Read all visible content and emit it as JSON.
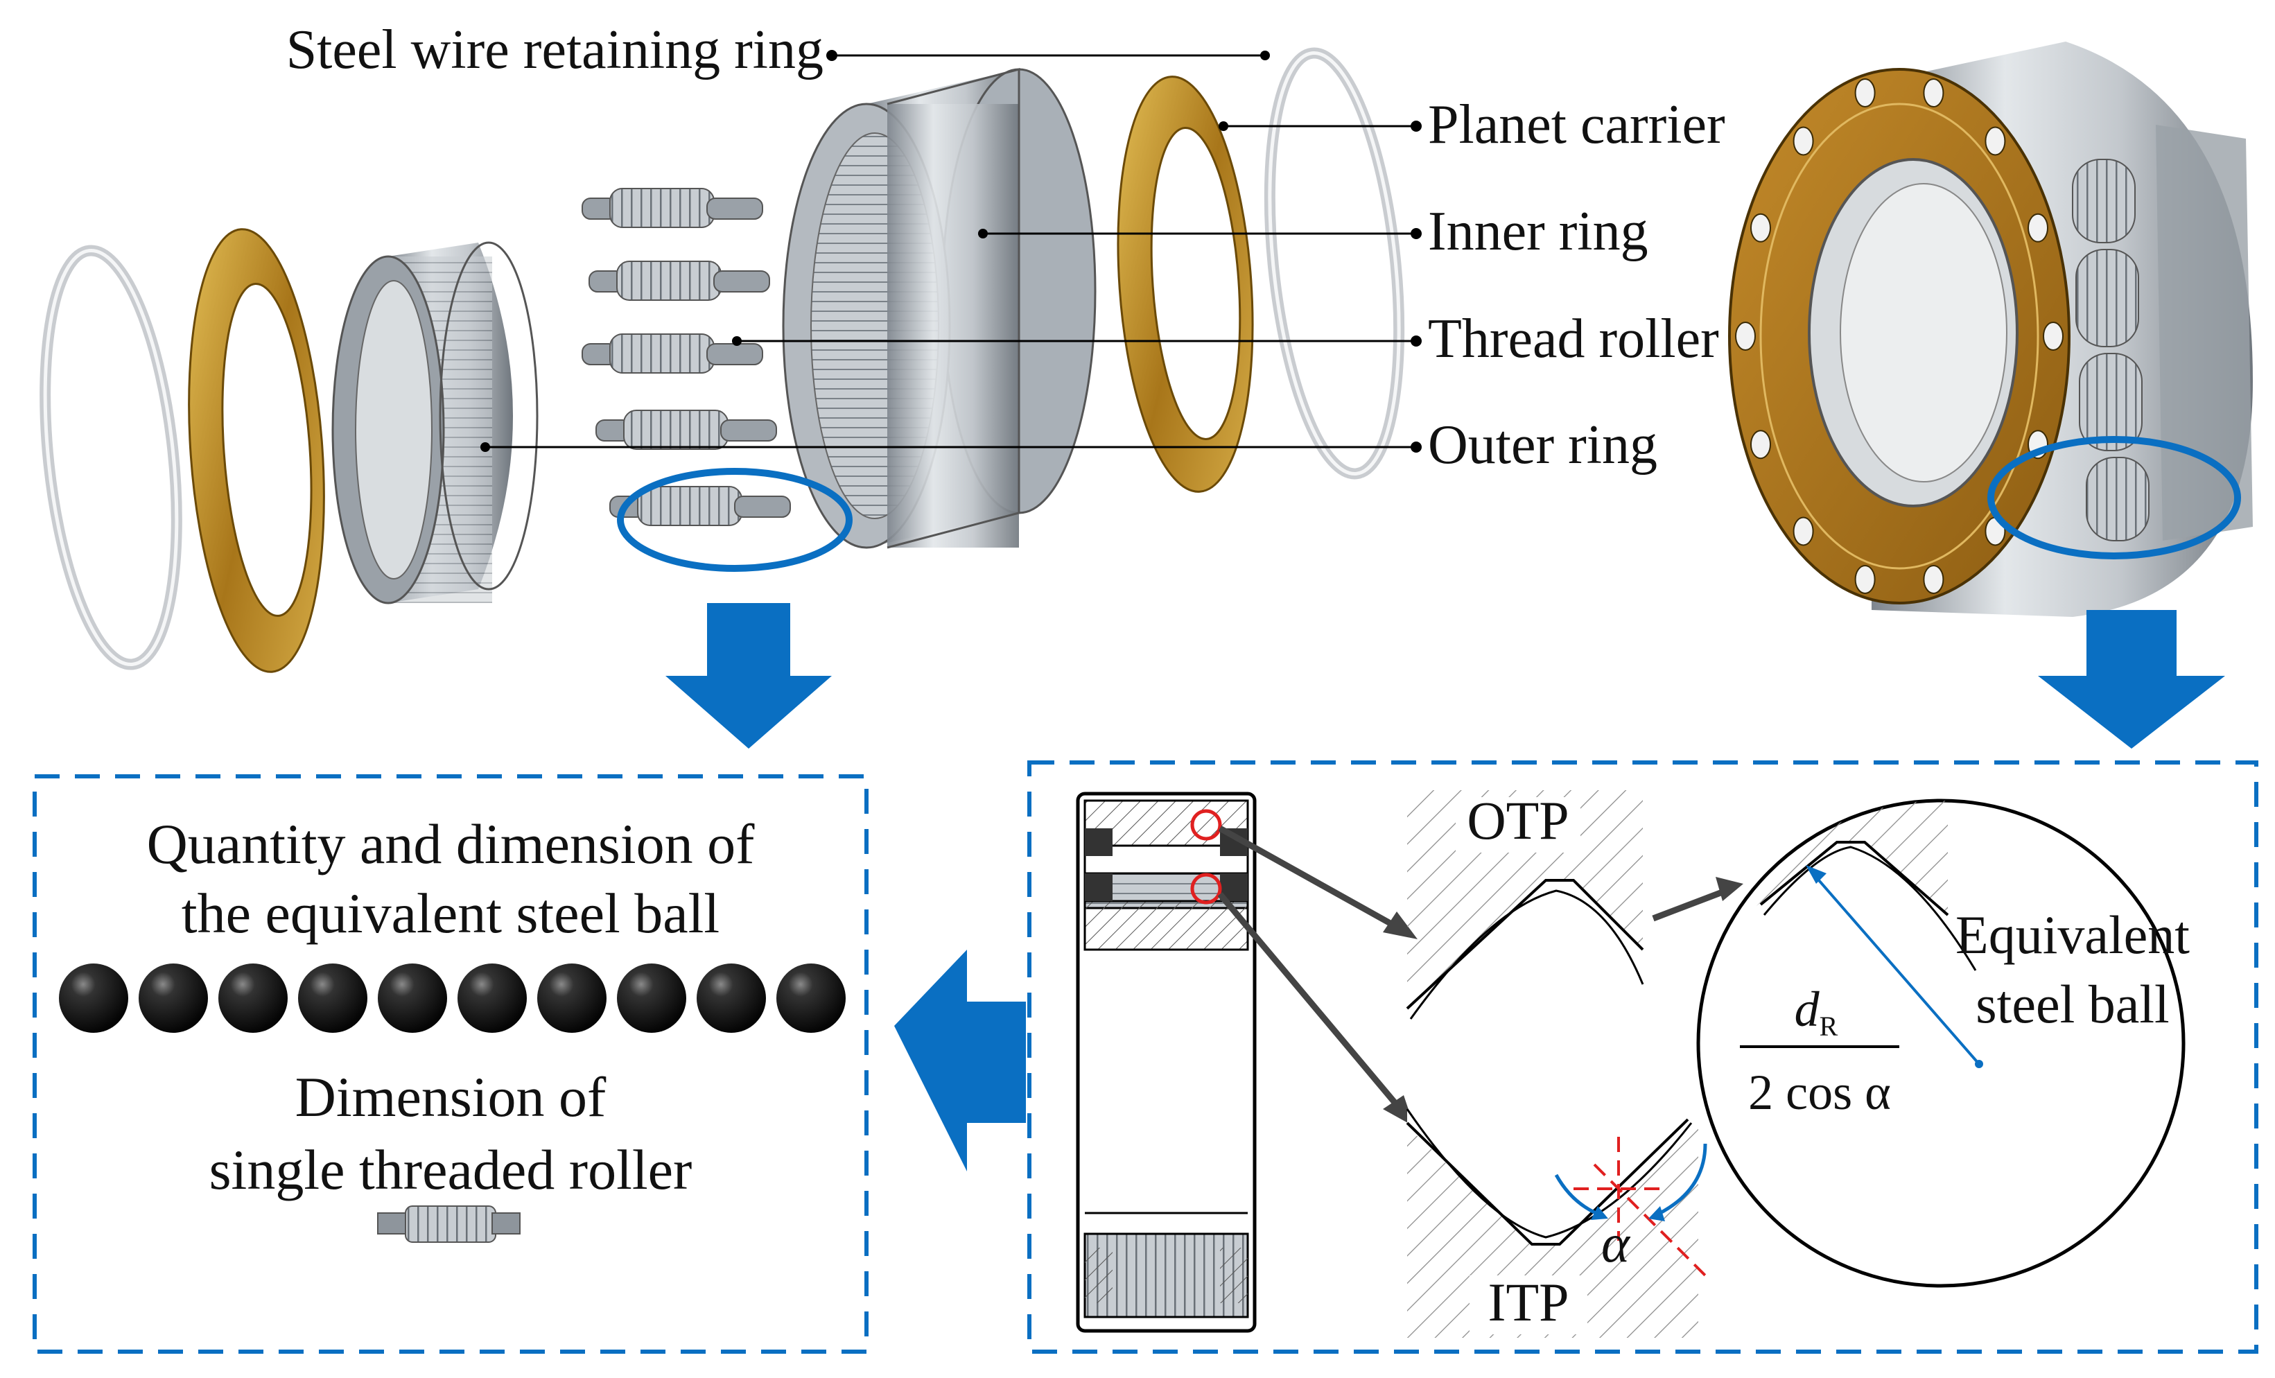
{
  "labels": {
    "steel_wire_retaining_ring": "Steel wire retaining ring",
    "planet_carrier": "Planet carrier",
    "inner_ring": "Inner ring",
    "thread_roller": "Thread roller",
    "outer_ring": "Outer ring"
  },
  "left_panel": {
    "heading_line1": "Quantity and dimension of",
    "heading_line2": "the equivalent steel ball",
    "sub_line1": "Dimension of",
    "sub_line2": "single threaded roller",
    "ball_count": 10
  },
  "right_panel": {
    "otp": "OTP",
    "itp": "ITP",
    "equivalent_line1": "Equivalent",
    "equivalent_line2": "steel ball",
    "formula_numerator_d": "d",
    "formula_numerator_sub": "R",
    "formula_denominator": "2 cos α",
    "alpha": "α"
  },
  "colors": {
    "accent_blue": "#0a6fc2",
    "steel": "#b9bfc6",
    "gold": "#b8860b",
    "hatch": "#8a8a8a",
    "red_mark": "#e02020"
  }
}
